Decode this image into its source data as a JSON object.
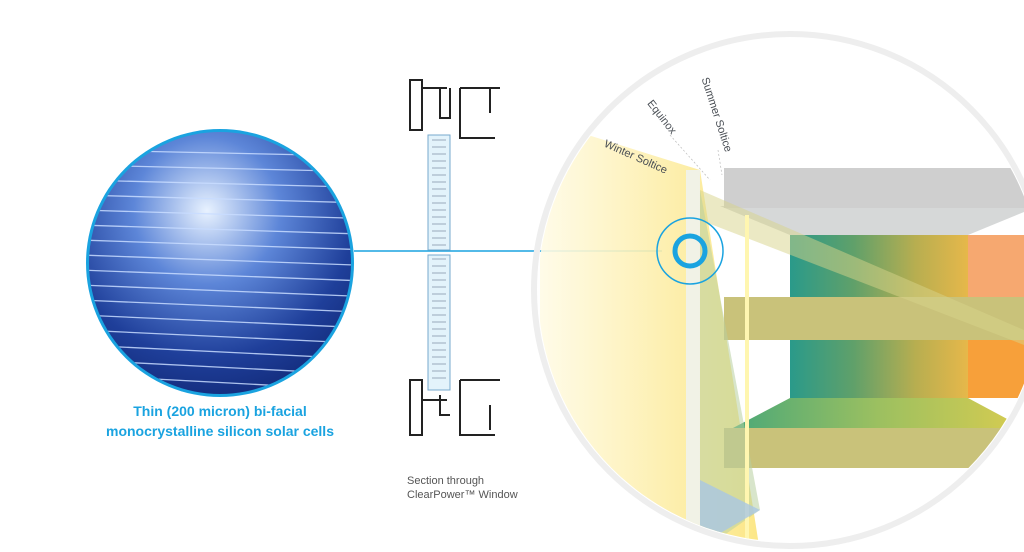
{
  "cell_caption": {
    "line1": "Thin (200 micron) bi-facial",
    "line2": "monocrystalline silicon solar cells"
  },
  "section_caption": {
    "line1": "Section through",
    "line2": "ClearPower™ Window"
  },
  "sun_angles": {
    "summer": "Summer Soltice",
    "equinox": "Equinox",
    "winter": "Winter Soltice"
  },
  "colors": {
    "accent_blue": "#1aa3e0",
    "teal": "#2a9a8a",
    "orange": "#f6a040",
    "slab_gray": "#cfcfcf",
    "sun_yellow": "#fbe98a"
  }
}
